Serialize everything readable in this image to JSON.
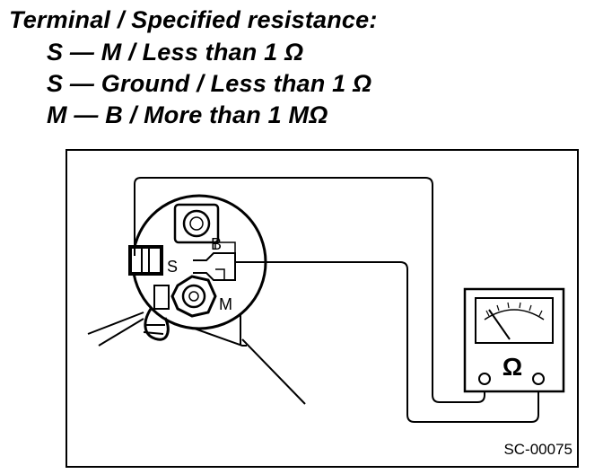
{
  "header": {
    "title": "Terminal / Specified resistance:",
    "lines": [
      "S — M / Less than 1 Ω",
      "S — Ground / Less than 1 Ω",
      "M — B / More than 1 MΩ"
    ]
  },
  "diagram": {
    "terminal_labels": {
      "b": "B",
      "s": "S",
      "m": "M"
    },
    "meter_symbol": "Ω",
    "figure_code": "SC-00075"
  }
}
